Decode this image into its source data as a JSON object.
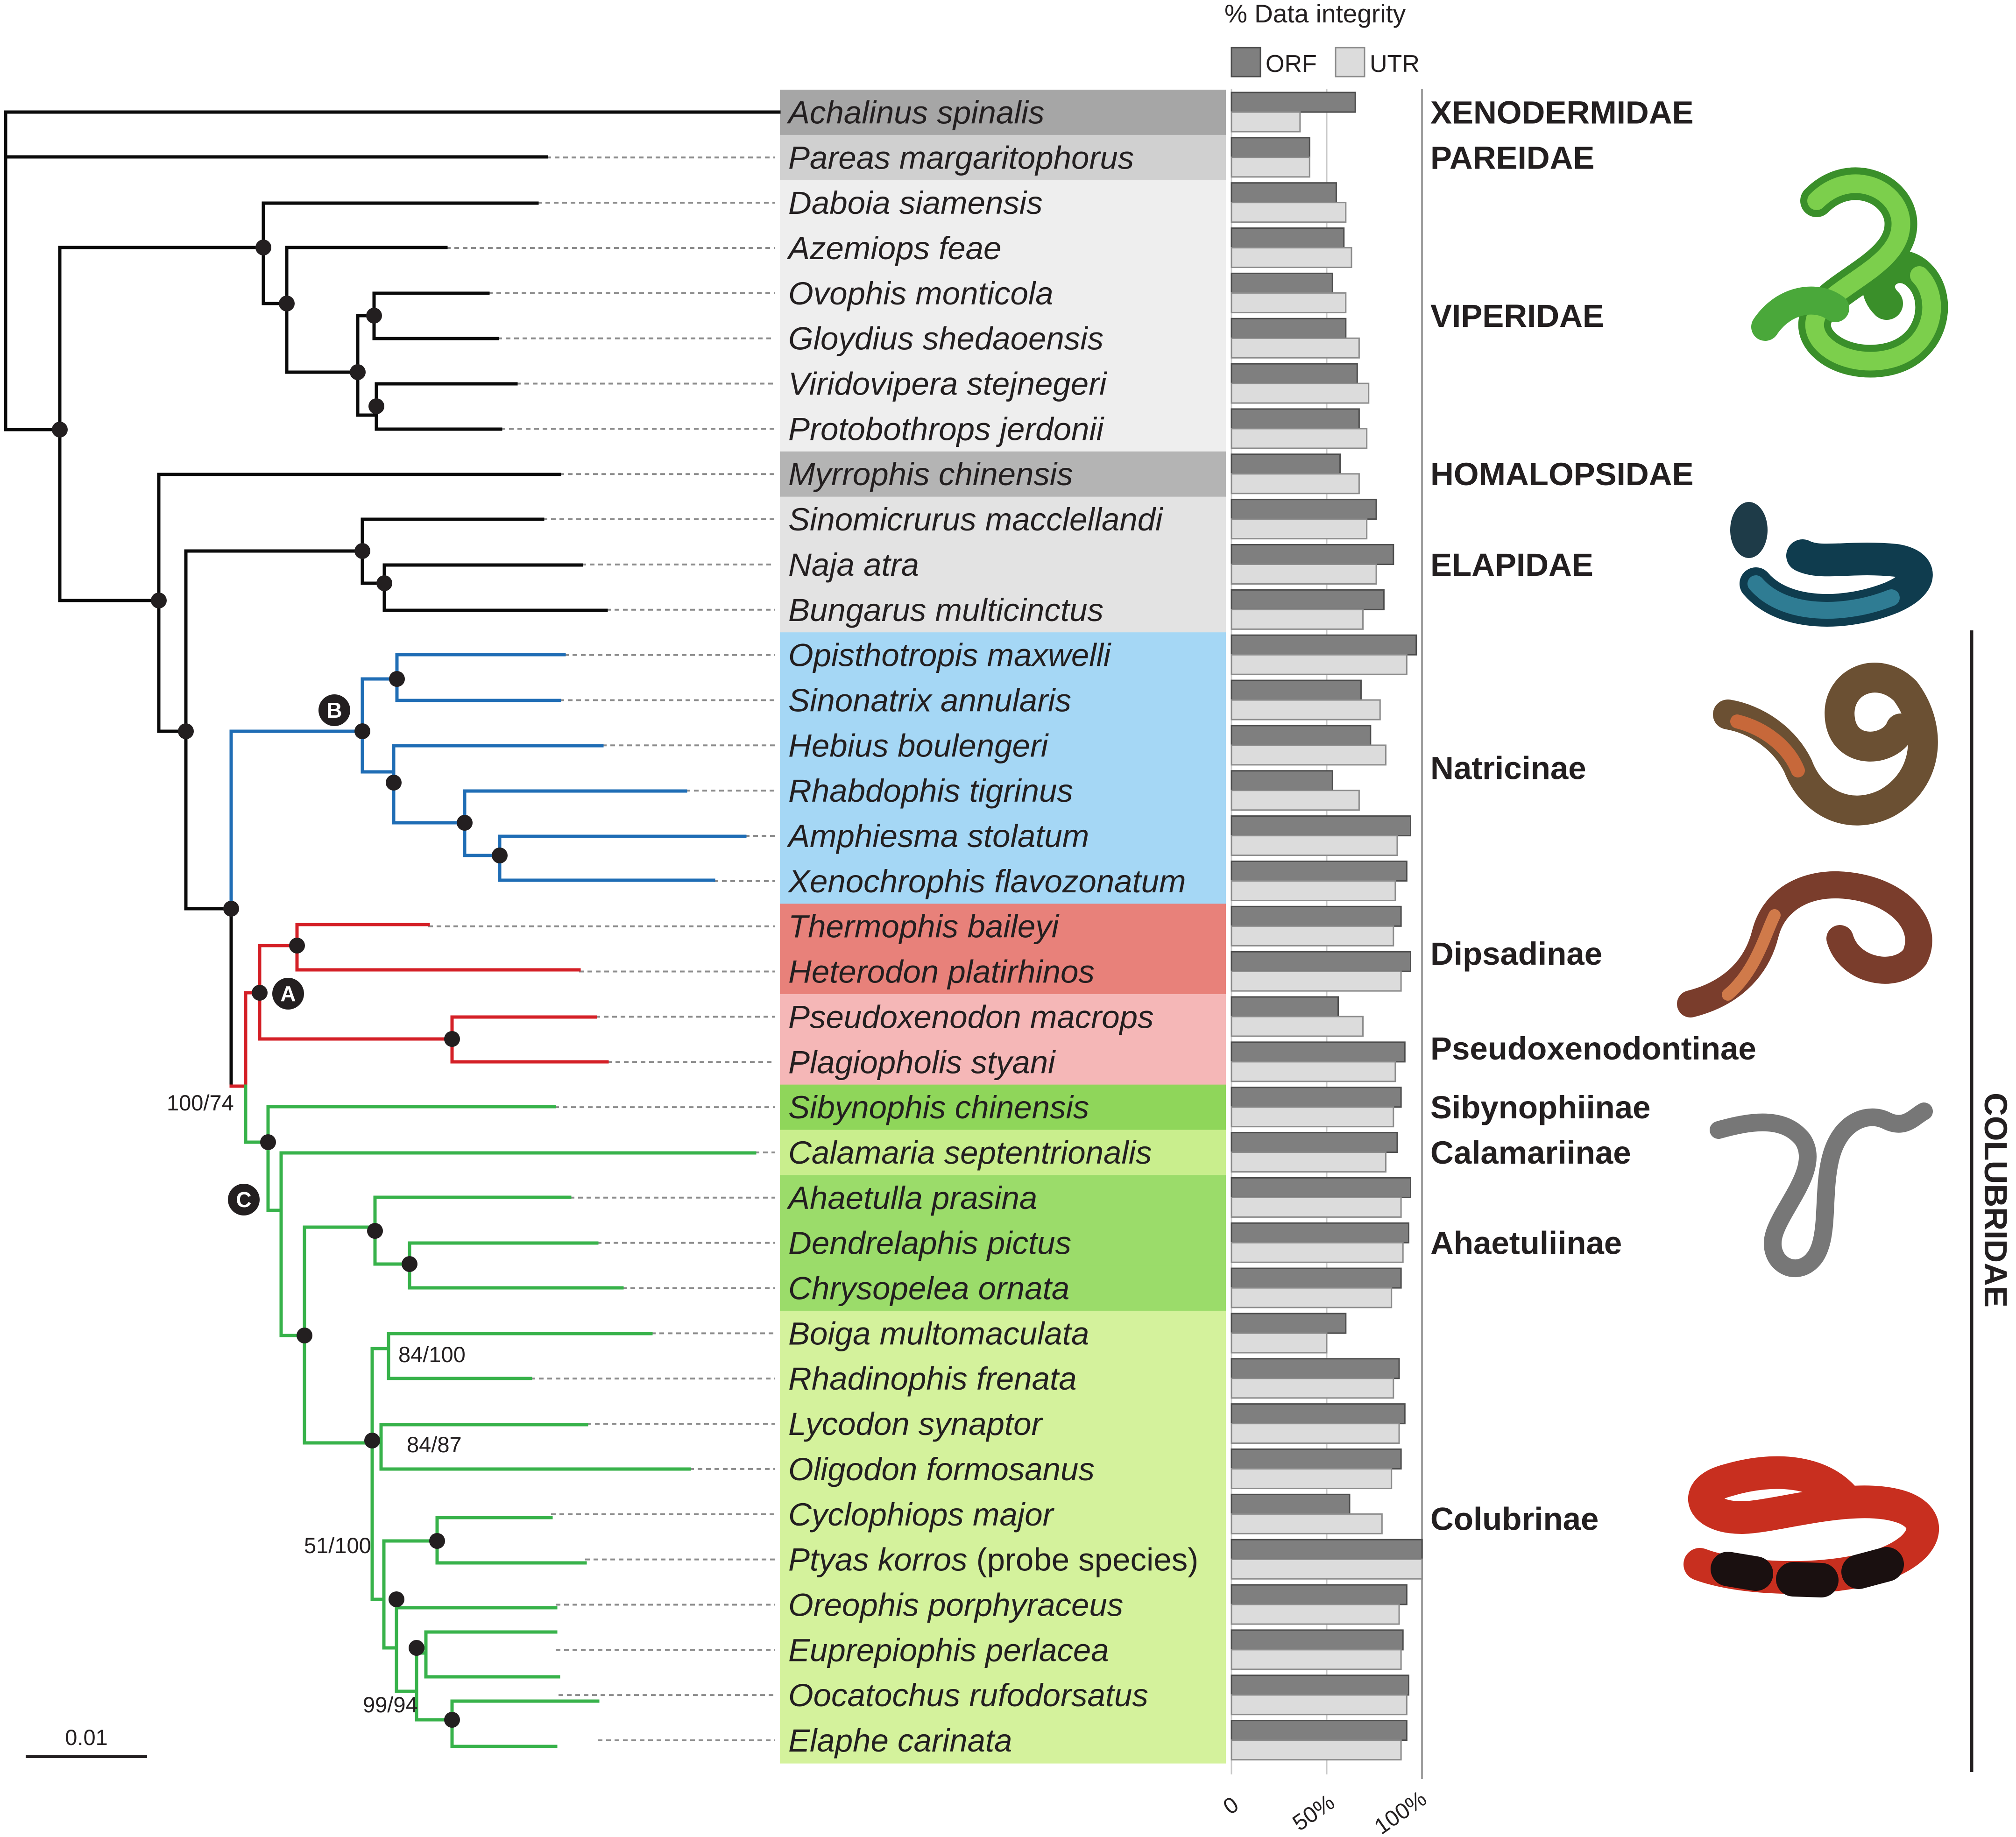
{
  "axis_title": "% Data integrity",
  "legend": [
    {
      "label": "ORF",
      "color": "#7f7f7f"
    },
    {
      "label": "UTR",
      "color": "#dcdcdc"
    }
  ],
  "axis_ticks": [
    "0",
    "50%",
    "100%"
  ],
  "scale_bar": "0.01",
  "node_labels": [
    "A",
    "B",
    "C"
  ],
  "support_values": [
    "100/74",
    "84/100",
    "84/87",
    "51/100",
    "99/94"
  ],
  "colubridae_label": "COLUBRIDAE",
  "families": [
    {
      "name": "XENODERMIDAE",
      "row": 0
    },
    {
      "name": "PAREIDAE",
      "row": 1
    },
    {
      "name": "VIPERIDAE",
      "row": 4.5
    },
    {
      "name": "HOMALOPSIDAE",
      "row": 8
    },
    {
      "name": "ELAPIDAE",
      "row": 10
    },
    {
      "name": "Natricinae",
      "row": 14.5
    },
    {
      "name": "Dipsadinae",
      "row": 18.6
    },
    {
      "name": "Pseudoxenodontinae",
      "row": 20.7
    },
    {
      "name": "Sibynophiinae",
      "row": 22
    },
    {
      "name": "Calamariinae",
      "row": 23
    },
    {
      "name": "Ahaetuliinae",
      "row": 25
    },
    {
      "name": "Colubrinae",
      "row": 31.1
    }
  ],
  "taxa": [
    {
      "name": "Achalinus spinalis",
      "orf": 65,
      "utr": 36,
      "bg": "#a6a6a6"
    },
    {
      "name": "Pareas margaritophorus",
      "orf": 41,
      "utr": 41,
      "bg": "#d0d0d0"
    },
    {
      "name": "Daboia siamensis",
      "orf": 55,
      "utr": 60,
      "bg": "#eeeeee"
    },
    {
      "name": "Azemiops feae",
      "orf": 59,
      "utr": 63,
      "bg": "#eeeeee"
    },
    {
      "name": "Ovophis monticola",
      "orf": 53,
      "utr": 60,
      "bg": "#eeeeee"
    },
    {
      "name": "Gloydius shedaoensis",
      "orf": 60,
      "utr": 67,
      "bg": "#eeeeee"
    },
    {
      "name": "Viridovipera stejnegeri",
      "orf": 66,
      "utr": 72,
      "bg": "#eeeeee"
    },
    {
      "name": "Protobothrops jerdonii",
      "orf": 67,
      "utr": 71,
      "bg": "#eeeeee"
    },
    {
      "name": "Myrrophis chinensis",
      "orf": 57,
      "utr": 67,
      "bg": "#b4b4b4"
    },
    {
      "name": "Sinomicrurus macclellandi",
      "orf": 76,
      "utr": 71,
      "bg": "#e3e3e3"
    },
    {
      "name": "Naja atra",
      "orf": 85,
      "utr": 76,
      "bg": "#e3e3e3"
    },
    {
      "name": "Bungarus multicinctus",
      "orf": 80,
      "utr": 69,
      "bg": "#e3e3e3"
    },
    {
      "name": "Opisthotropis maxwelli",
      "orf": 97,
      "utr": 92,
      "bg": "#a5d7f5"
    },
    {
      "name": "Sinonatrix annularis",
      "orf": 68,
      "utr": 78,
      "bg": "#a5d7f5"
    },
    {
      "name": "Hebius boulengeri",
      "orf": 73,
      "utr": 81,
      "bg": "#a5d7f5"
    },
    {
      "name": "Rhabdophis tigrinus",
      "orf": 53,
      "utr": 67,
      "bg": "#a5d7f5"
    },
    {
      "name": "Amphiesma stolatum",
      "orf": 94,
      "utr": 87,
      "bg": "#a5d7f5"
    },
    {
      "name": "Xenochrophis flavozonatum",
      "orf": 92,
      "utr": 86,
      "bg": "#a5d7f5"
    },
    {
      "name": "Thermophis baileyi",
      "orf": 89,
      "utr": 85,
      "bg": "#e8817a"
    },
    {
      "name": "Heterodon platirhinos",
      "orf": 94,
      "utr": 89,
      "bg": "#e8817a"
    },
    {
      "name": "Pseudoxenodon macrops",
      "orf": 56,
      "utr": 69,
      "bg": "#f5b7b7"
    },
    {
      "name": "Plagiopholis styani",
      "orf": 91,
      "utr": 86,
      "bg": "#f5b7b7"
    },
    {
      "name": "Sibynophis chinensis",
      "orf": 89,
      "utr": 85,
      "bg": "#8fd65a"
    },
    {
      "name": "Calamaria septentrionalis",
      "orf": 87,
      "utr": 81,
      "bg": "#c9ee8d"
    },
    {
      "name": "Ahaetulla prasina",
      "orf": 94,
      "utr": 89,
      "bg": "#9bdc6a"
    },
    {
      "name": "Dendrelaphis pictus",
      "orf": 93,
      "utr": 90,
      "bg": "#9bdc6a"
    },
    {
      "name": "Chrysopelea ornata",
      "orf": 89,
      "utr": 84,
      "bg": "#9bdc6a"
    },
    {
      "name": "Boiga multomaculata",
      "orf": 60,
      "utr": 50,
      "bg": "#d4f29c"
    },
    {
      "name": "Rhadinophis frenata",
      "orf": 88,
      "utr": 85,
      "bg": "#d4f29c"
    },
    {
      "name": "Lycodon synaptor",
      "orf": 91,
      "utr": 88,
      "bg": "#d4f29c"
    },
    {
      "name": "Oligodon formosanus",
      "orf": 89,
      "utr": 84,
      "bg": "#d4f29c"
    },
    {
      "name": "Cyclophiops major",
      "orf": 62,
      "utr": 79,
      "bg": "#d4f29c"
    },
    {
      "name": "Ptyas korros",
      "suffix": "(probe species)",
      "orf": 100,
      "utr": 100,
      "bg": "#d4f29c"
    },
    {
      "name": "Oreophis porphyraceus",
      "orf": 92,
      "utr": 88,
      "bg": "#d4f29c"
    },
    {
      "name": "Euprepiophis perlacea",
      "orf": 90,
      "utr": 89,
      "bg": "#d4f29c"
    },
    {
      "name": "Oocatochus rufodorsatus",
      "orf": 93,
      "utr": 92,
      "bg": "#d4f29c"
    },
    {
      "name": "Elaphe carinata",
      "orf": 92,
      "utr": 89,
      "bg": "#d4f29c"
    }
  ]
}
